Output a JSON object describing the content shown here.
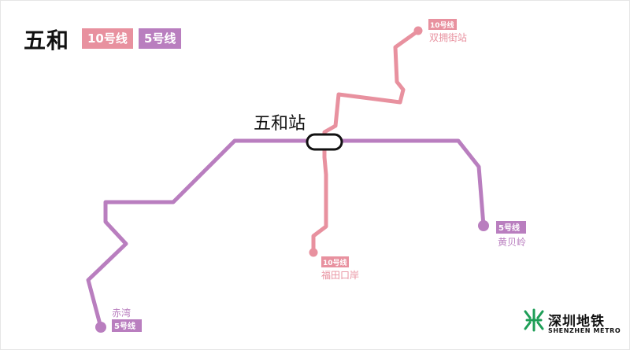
{
  "title": "五和",
  "colors": {
    "line10": "#E8919F",
    "line5": "#B97EBF",
    "logo_green": "#1E9E57",
    "text": "#111111"
  },
  "legend": {
    "line10": "10号线",
    "line5": "5号线"
  },
  "station_main": "五和站",
  "terminals": {
    "shuangyongjie": {
      "badge": "10号线",
      "name": "双拥街站"
    },
    "futiankouan": {
      "badge": "10号线",
      "name": "福田口岸"
    },
    "huangbeiling": {
      "badge": "5号线",
      "name": "黄贝岭"
    },
    "chiwan": {
      "badge": "5号线",
      "name": "赤湾"
    }
  },
  "logo": {
    "name_cn": "深圳地铁",
    "name_en": "SHENZHEN METRO",
    "icon": "shenzhen-metro-logo-icon"
  }
}
